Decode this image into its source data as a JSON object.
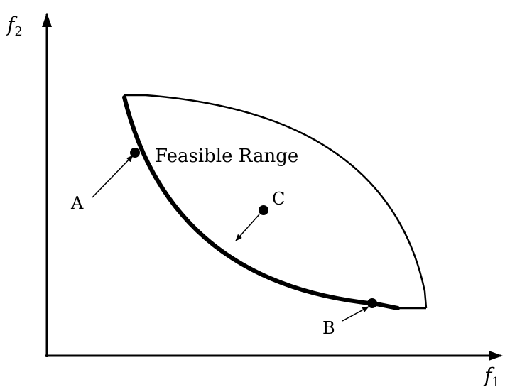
{
  "axes": {
    "x_label": "f",
    "x_subscript": "1",
    "y_label": "f",
    "y_subscript": "2"
  },
  "region": {
    "label": "Feasible Range"
  },
  "points": {
    "a": {
      "label": "A"
    },
    "b": {
      "label": "B"
    },
    "c": {
      "label": "C"
    }
  },
  "colors": {
    "ink": "#000000",
    "background": "#ffffff"
  }
}
